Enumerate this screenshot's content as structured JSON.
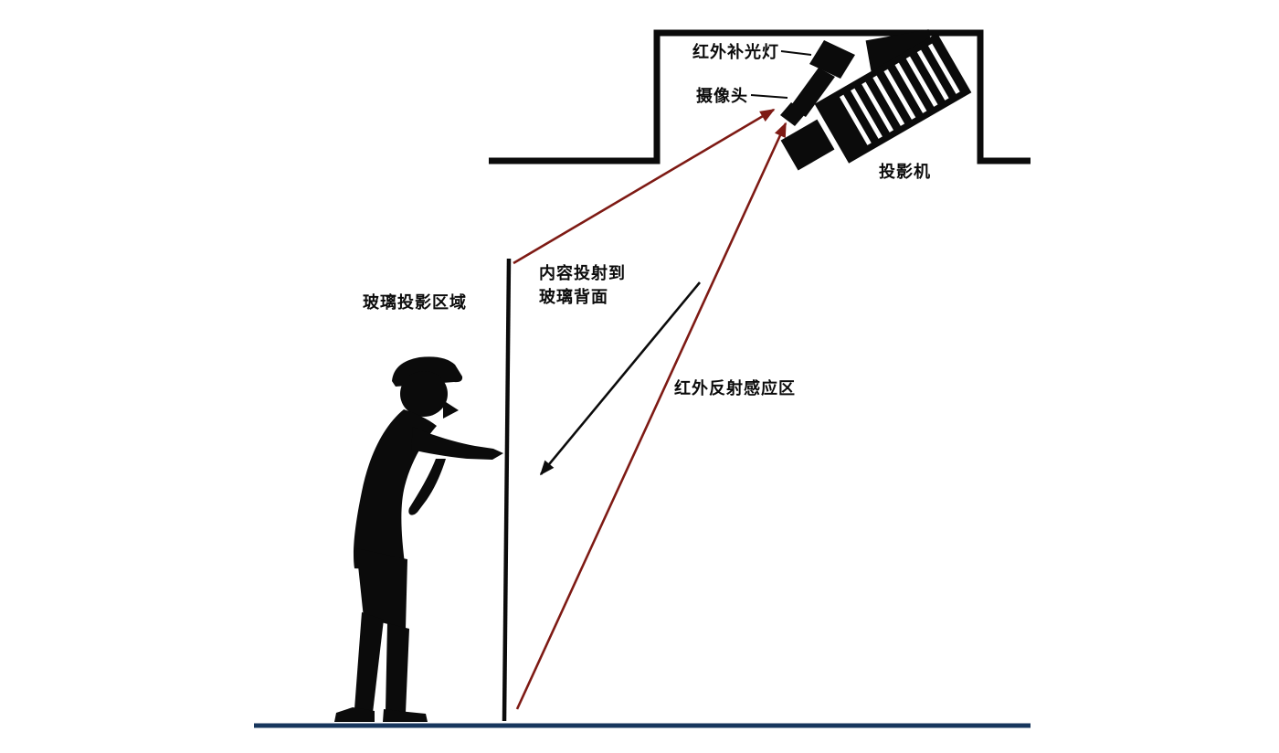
{
  "diagram": {
    "title_hint": "interactive-glass-projection-system",
    "labels": {
      "ir_fill_light": "红外补光灯",
      "camera": "摄像头",
      "projector": "投影机",
      "glass_area": "玻璃投影区域",
      "content_projection_line1": "内容投射到",
      "content_projection_line2": "玻璃背面",
      "ir_zone": "红外反射感应区"
    },
    "colors": {
      "ink": "#0b0b0b",
      "arrow_red": "#7e1a14",
      "floor_blue": "#17365d",
      "background": "#ffffff",
      "vent_white": "#ffffff"
    }
  }
}
